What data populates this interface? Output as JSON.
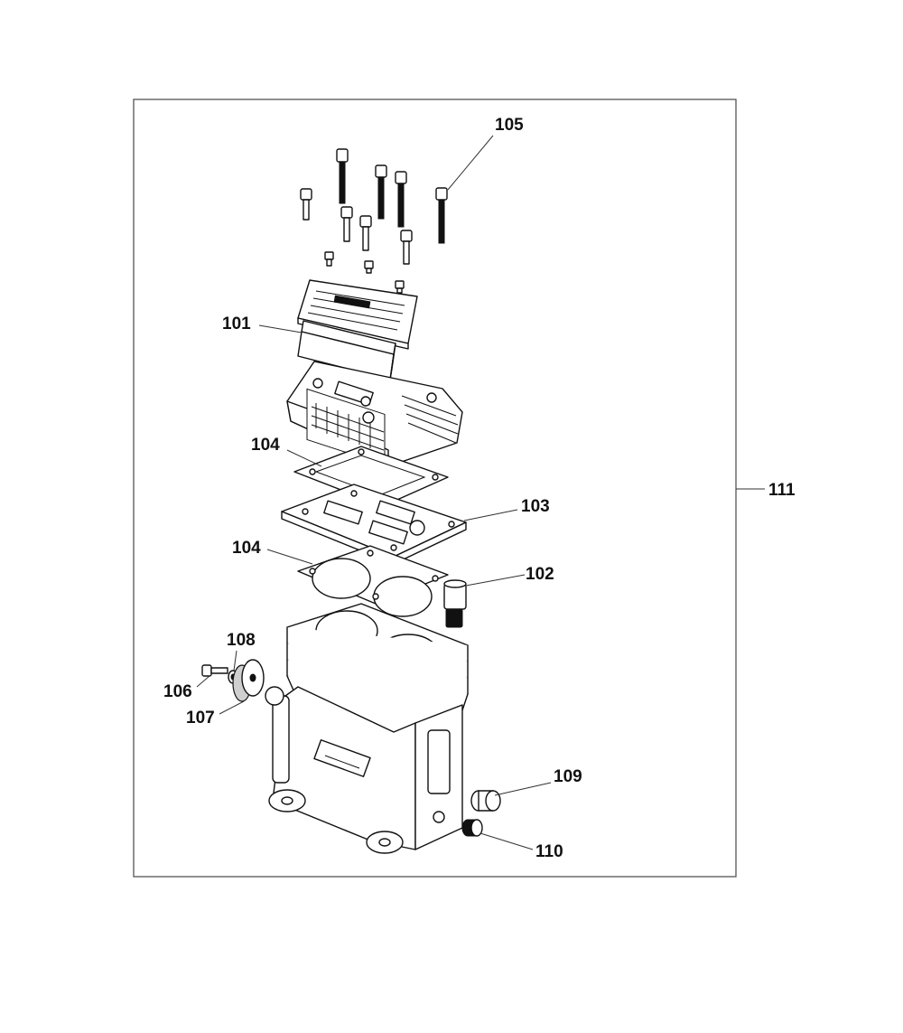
{
  "labels": {
    "p101": "101",
    "p102": "102",
    "p103": "103",
    "p104a": "104",
    "p104b": "104",
    "p105": "105",
    "p106": "106",
    "p107": "107",
    "p108": "108",
    "p109": "109",
    "p110": "110",
    "p111": "111"
  }
}
